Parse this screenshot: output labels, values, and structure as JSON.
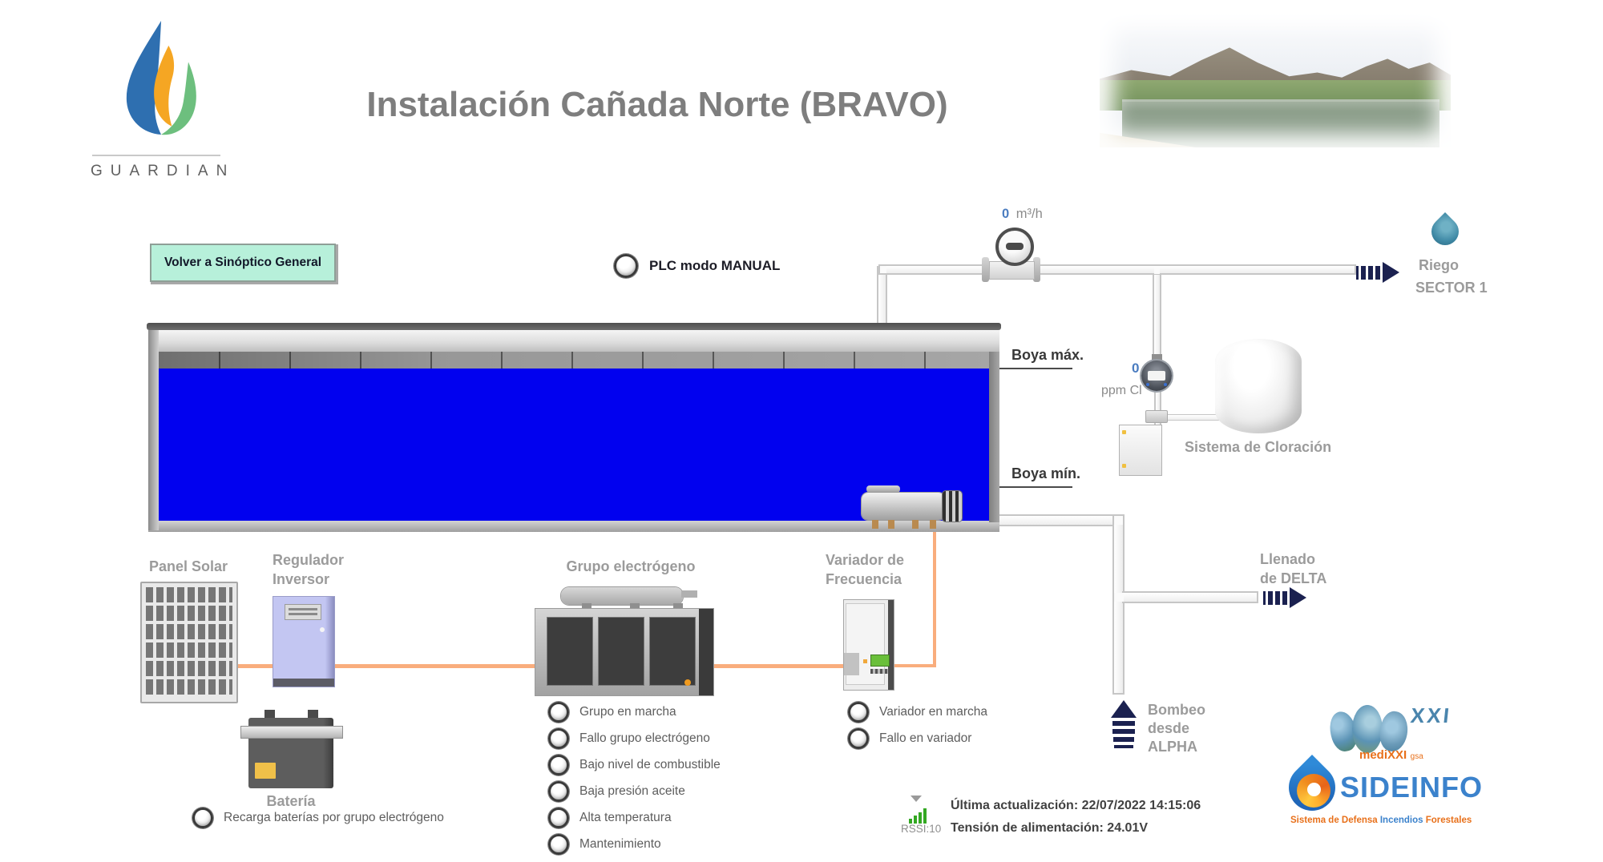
{
  "colors": {
    "water": "#0101ef",
    "button_bg": "#b7f0da",
    "cable": "#f9ad7d",
    "cable_dark": "#e79a3f",
    "arrow_navy": "#1b2150",
    "label_gray": "#9b9b9b",
    "boya_dark": "#383838",
    "title_gray": "#7e7e7e",
    "flow_blue": "#4a7cc0",
    "rssi_green": "#33a822",
    "logo_blue": "#3b82cc",
    "logo_orange": "#e8701a"
  },
  "header": {
    "brand": "GUARDIAN",
    "title": "Instalación Cañada Norte (BRAVO)"
  },
  "nav": {
    "back_button": "Volver a  Sinóptico General"
  },
  "plc": {
    "label": "PLC modo MANUAL"
  },
  "flow_meter": {
    "value": "0",
    "unit": "m³/h"
  },
  "tank": {
    "boya_max": "Boya máx.",
    "boya_min": "Boya mín."
  },
  "chlorine": {
    "value": "0",
    "unit": "ppm Cl",
    "system_label": "Sistema de Cloración"
  },
  "destinations": {
    "riego": {
      "line1": "Riego",
      "line2": "SECTOR 1"
    },
    "llenado": {
      "line1": "Llenado",
      "line2": "de DELTA"
    },
    "bombeo": {
      "line1": "Bombeo",
      "line2": "desde",
      "line3": "ALPHA"
    }
  },
  "solar": {
    "panel_label": "Panel Solar",
    "regulator_line1": "Regulador",
    "regulator_line2": "Inversor",
    "battery_label": "Batería",
    "recharge_label": "Recarga baterías por grupo electrógeno"
  },
  "generator": {
    "label": "Grupo electrógeno",
    "indicators": [
      "Grupo en marcha",
      "Fallo grupo electrógeno",
      "Bajo nivel de combustible",
      "Baja presión aceite",
      "Alta temperatura",
      "Mantenimiento"
    ]
  },
  "vfd": {
    "line1": "Variador de",
    "line2": "Frecuencia",
    "indicators": [
      "Variador en marcha",
      "Fallo en variador"
    ]
  },
  "status": {
    "rssi": "RSSI:10",
    "last_update_label": "Última actualización:",
    "last_update_value": "22/07/2022 14:15:06",
    "voltage_label": "Tensión de alimentación:",
    "voltage_value": "24.01V"
  },
  "logos": {
    "medixxi": {
      "xxi": "XXI",
      "name": "mediXXI",
      "suffix": "gsa"
    },
    "sideinfo": {
      "name": "SIDEINFO",
      "subtitle_part1": "Sistema de Defensa ",
      "subtitle_part2": "Incendios ",
      "subtitle_part3": "Forestales"
    }
  }
}
